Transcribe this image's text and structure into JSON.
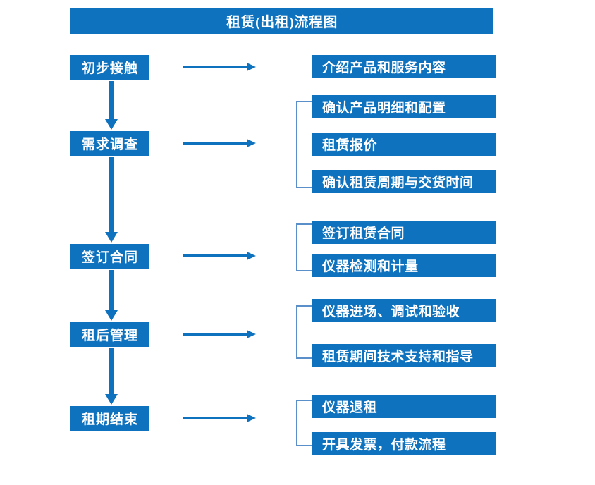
{
  "chart_data": {
    "type": "diagram",
    "title": "租赁(出租)流程图",
    "diagram_kind": "flowchart",
    "orientation": "vertical-with-side-details",
    "accent_color": "#0E72BE",
    "bracket_color": "#5B8FC9",
    "background": "#ffffff",
    "stages": [
      {
        "label": "初步接触",
        "details": [
          "介绍产品和服务内容"
        ],
        "grouped": false
      },
      {
        "label": "需求调查",
        "details": [
          "确认产品明细和配置",
          "租赁报价",
          "确认租赁周期与交货时间"
        ],
        "grouped": true
      },
      {
        "label": "签订合同",
        "details": [
          "签订租赁合同",
          "仪器检测和计量"
        ],
        "grouped": true
      },
      {
        "label": "租后管理",
        "details": [
          "仪器进场、调试和验收",
          "租赁期间技术支持和指导"
        ],
        "grouped": true
      },
      {
        "label": "租期结束",
        "details": [
          "仪器退租",
          "开具发票，付款流程"
        ],
        "grouped": true
      }
    ]
  },
  "header": {
    "title": "租赁(出租)流程图"
  },
  "stages": [
    {
      "label": "初步接触"
    },
    {
      "label": "需求调查"
    },
    {
      "label": "签订合同"
    },
    {
      "label": "租后管理"
    },
    {
      "label": "租期结束"
    }
  ],
  "details": {
    "d0": "介绍产品和服务内容",
    "d1": "确认产品明细和配置",
    "d2": "租赁报价",
    "d3": "确认租赁周期与交货时间",
    "d4": "签订租赁合同",
    "d5": "仪器检测和计量",
    "d6": "仪器进场、调试和验收",
    "d7": "租赁期间技术支持和指导",
    "d8": "仪器退租",
    "d9": "开具发票，付款流程"
  }
}
